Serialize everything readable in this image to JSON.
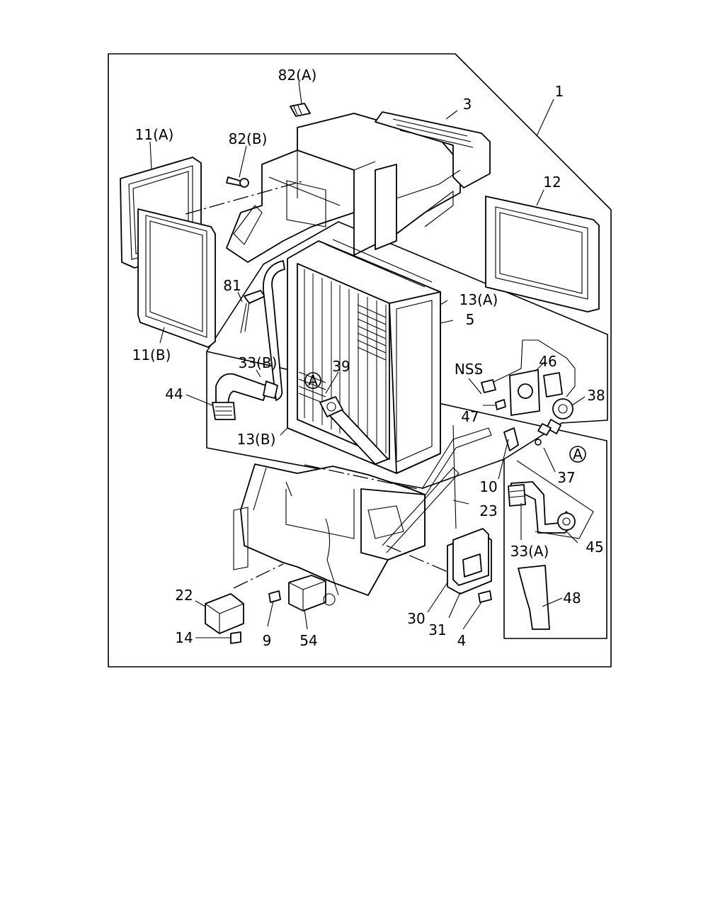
{
  "callouts": {
    "c1": "1",
    "c3": "3",
    "c5": "5",
    "c12": "12",
    "c82a": "82(A)",
    "c82b": "82(B)",
    "c11a": "11(A)",
    "c11b": "11(B)",
    "c81": "81",
    "c13a": "13(A)",
    "c13b": "13(B)",
    "c33b": "33(B)",
    "c39": "39",
    "c44": "44",
    "cA1": "A",
    "cA2": "A",
    "cNSS": "NSS",
    "c46": "46",
    "c38": "38",
    "c47": "47",
    "c37": "37",
    "c10": "10",
    "c23": "23",
    "c33a": "33(A)",
    "c45": "45",
    "c48": "48",
    "c22": "22",
    "c14": "14",
    "c9": "9",
    "c54": "54",
    "c30": "30",
    "c31": "31",
    "c4": "4"
  }
}
